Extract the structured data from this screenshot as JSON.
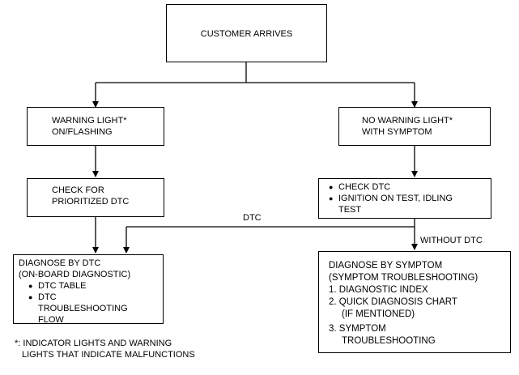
{
  "boxes": {
    "customer_arrives": "CUSTOMER ARRIVES",
    "warning_light": [
      "WARNING LIGHT*",
      "ON/FLASHING"
    ],
    "no_warning_light": [
      "NO WARNING LIGHT*",
      "WITH SYMPTOM"
    ],
    "check_dtc_left": [
      "CHECK FOR",
      "PRIORITIZED DTC"
    ],
    "check_dtc_right": [
      "CHECK DTC",
      "IGNITION ON TEST, IDLING",
      "TEST"
    ],
    "diagnose_by_dtc": {
      "title": [
        "DIAGNOSE BY DTC",
        "(ON-BOARD DIAGNOSTIC)"
      ],
      "items": [
        "DTC TABLE",
        "DTC",
        "TROUBLESHOOTING",
        "FLOW"
      ]
    },
    "diagnose_by_symptom": {
      "title": [
        "DIAGNOSE BY SYMPTOM",
        "(SYMPTOM TROUBLESHOOTING)"
      ],
      "items": [
        "1. DIAGNOSTIC INDEX",
        "2. QUICK DIAGNOSIS CHART",
        "(IF MENTIONED)",
        "3. SYMPTOM",
        "TROUBLESHOOTING"
      ]
    }
  },
  "labels": {
    "dtc": "DTC",
    "without_dtc": "WITHOUT DTC"
  },
  "footnote": [
    "*: INDICATOR LIGHTS AND WARNING",
    "LIGHTS THAT INDICATE MALFUNCTIONS"
  ]
}
